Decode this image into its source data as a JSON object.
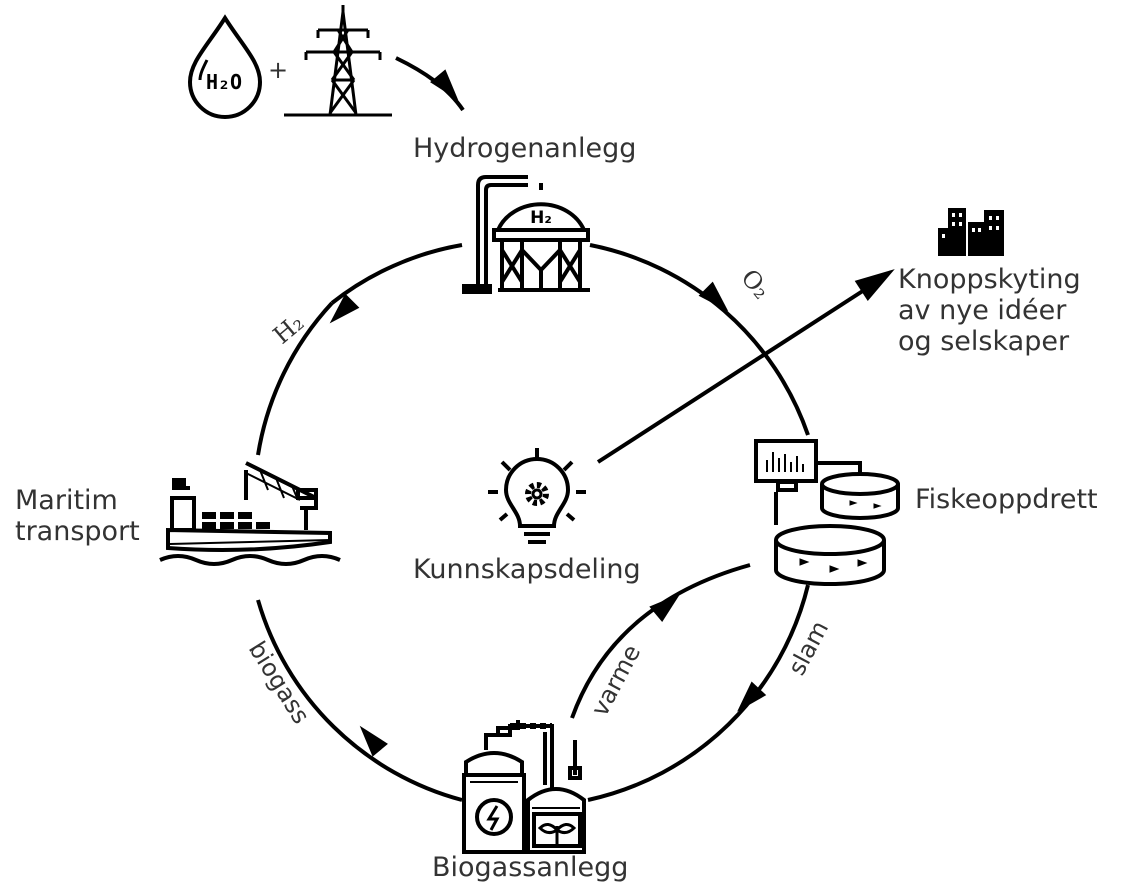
{
  "nodes": {
    "hydrogen": {
      "label": "Hydrogenanlegg",
      "tank_text": "H₂"
    },
    "fish": {
      "label": "Fiskeoppdrett"
    },
    "biogas": {
      "label": "Biogassanlegg"
    },
    "maritime": {
      "label_lines": [
        "Maritim",
        "transport"
      ]
    },
    "knowledge": {
      "label": "Kunnskapsdeling"
    },
    "startups": {
      "label_lines": [
        "Knoppskyting",
        "av nye idéer",
        "og selskaper"
      ]
    }
  },
  "inputs": {
    "water_text": "H₂O",
    "plus": "+"
  },
  "flows": {
    "h2": "H₂",
    "o2": "O₂",
    "slam": "slam",
    "varme": "varme",
    "biogass": "biogass"
  },
  "colors": {
    "stroke": "#000000",
    "text": "#333333",
    "background": "#ffffff"
  },
  "icons": [
    "water-drop-icon",
    "power-pylon-icon",
    "hydrogen-tank-icon",
    "city-buildings-icon",
    "lightbulb-gear-icon",
    "fish-tank-icon",
    "monitor-chart-icon",
    "biogas-plant-icon",
    "cargo-ship-icon"
  ]
}
